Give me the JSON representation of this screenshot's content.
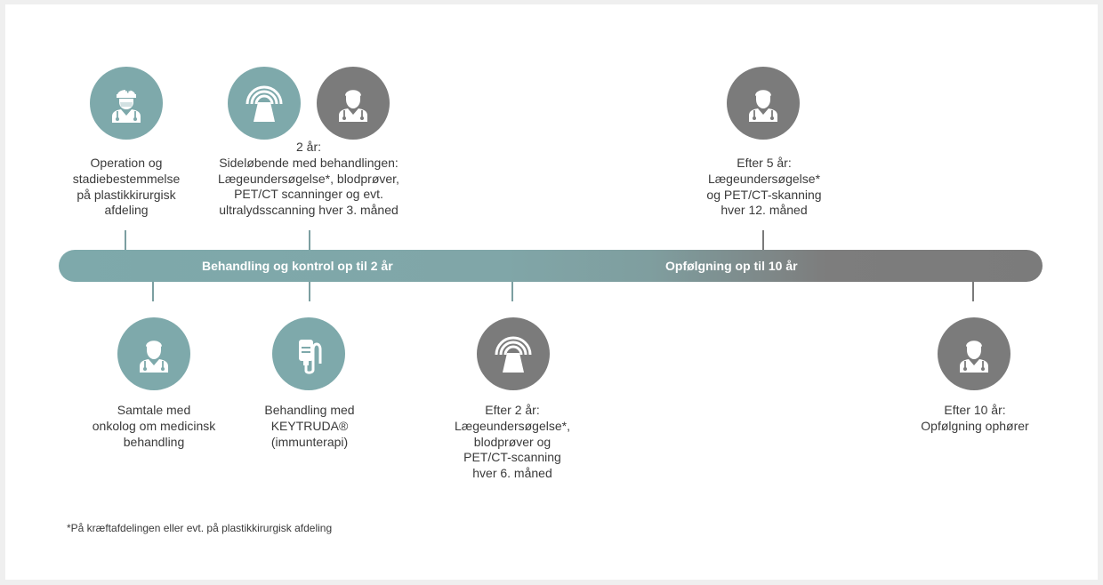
{
  "bar": {
    "left_label": "Behandling og kontrol op til 2 år",
    "right_label": "Opfølgning op til 10 år"
  },
  "colors": {
    "teal": "#7ea9ab",
    "grey": "#7b7b7b",
    "text": "#3a3a3a"
  },
  "events": {
    "surgery": {
      "icon": "surgeon-icon",
      "lines": [
        "Operation og",
        "stadiebestemmelse",
        "på plastikkirurgisk",
        "afdeling"
      ]
    },
    "two_years": {
      "icons": [
        "scanner-icon",
        "doctor-icon"
      ],
      "lines": [
        "2 år:",
        "Sideløbende med behandlingen:",
        "Lægeundersøgelse*, blodprøver,",
        "PET/CT scanninger og evt.",
        "ultralydsscanning hver 3. måned"
      ]
    },
    "after_5": {
      "icon": "doctor-icon",
      "lines": [
        "Efter 5 år:",
        "Lægeundersøgelse*",
        "og PET/CT-skanning",
        "hver 12. måned"
      ]
    },
    "oncologist": {
      "icon": "doctor-icon",
      "lines": [
        "Samtale med",
        "onkolog om medicinsk",
        "behandling"
      ]
    },
    "keytruda": {
      "icon": "iv-bag-icon",
      "lines": [
        "Behandling med",
        "KEYTRUDA®",
        "(immunterapi)"
      ]
    },
    "after_2": {
      "icon": "scanner-icon",
      "lines": [
        "Efter 2 år:",
        "Lægeundersøgelse*,",
        "blodprøver og",
        "PET/CT-scanning",
        "hver 6. måned"
      ]
    },
    "after_10": {
      "icon": "doctor-icon",
      "lines": [
        "Efter 10 år:",
        "Opfølgning ophører"
      ]
    }
  },
  "footnote": "*På kræftafdelingen eller evt. på plastikkirurgisk afdeling"
}
